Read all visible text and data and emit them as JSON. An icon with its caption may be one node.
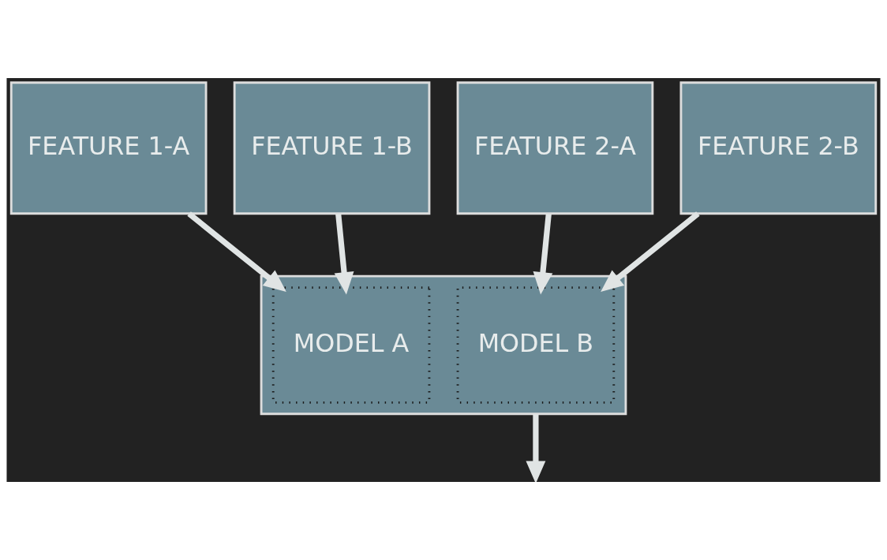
{
  "diagram": {
    "nodes": [
      {
        "text": [
          "FEATURE 1-A"
        ]
      },
      {
        "text": [
          "FEATURE 1-B"
        ]
      },
      {
        "text": [
          "FEATURE 2-A"
        ]
      },
      {
        "text": [
          "FEATURE 2-B"
        ]
      },
      {
        "text": [],
        "shape": "box"
      },
      {
        "text": [
          "MODEL A"
        ],
        "in": 4
      },
      {
        "text": [
          "MODEL B"
        ],
        "in": 4
      }
    ],
    "edges": [
      {
        "from": 0,
        "to": 5,
        "arrow": "to"
      },
      {
        "from": 1,
        "to": 5,
        "arrow": "to"
      },
      {
        "from": 2,
        "to": 6,
        "arrow": "to"
      },
      {
        "from": 3,
        "to": 6,
        "arrow": "to"
      },
      {
        "from": 4,
        "to": null,
        "arrow": "to"
      }
    ]
  }
}
